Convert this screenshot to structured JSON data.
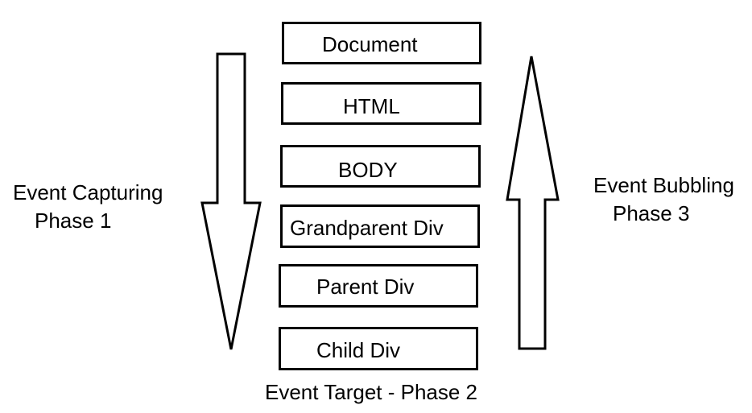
{
  "layers": [
    "Document",
    "HTML",
    "BODY",
    "Grandparent Div",
    "Parent Div",
    "Child Div"
  ],
  "capturing": {
    "line1": "Event Capturing",
    "line2": "Phase 1"
  },
  "bubbling": {
    "line1": "Event Bubbling",
    "line2": "Phase 3"
  },
  "target": {
    "label": "Event Target - Phase 2"
  }
}
